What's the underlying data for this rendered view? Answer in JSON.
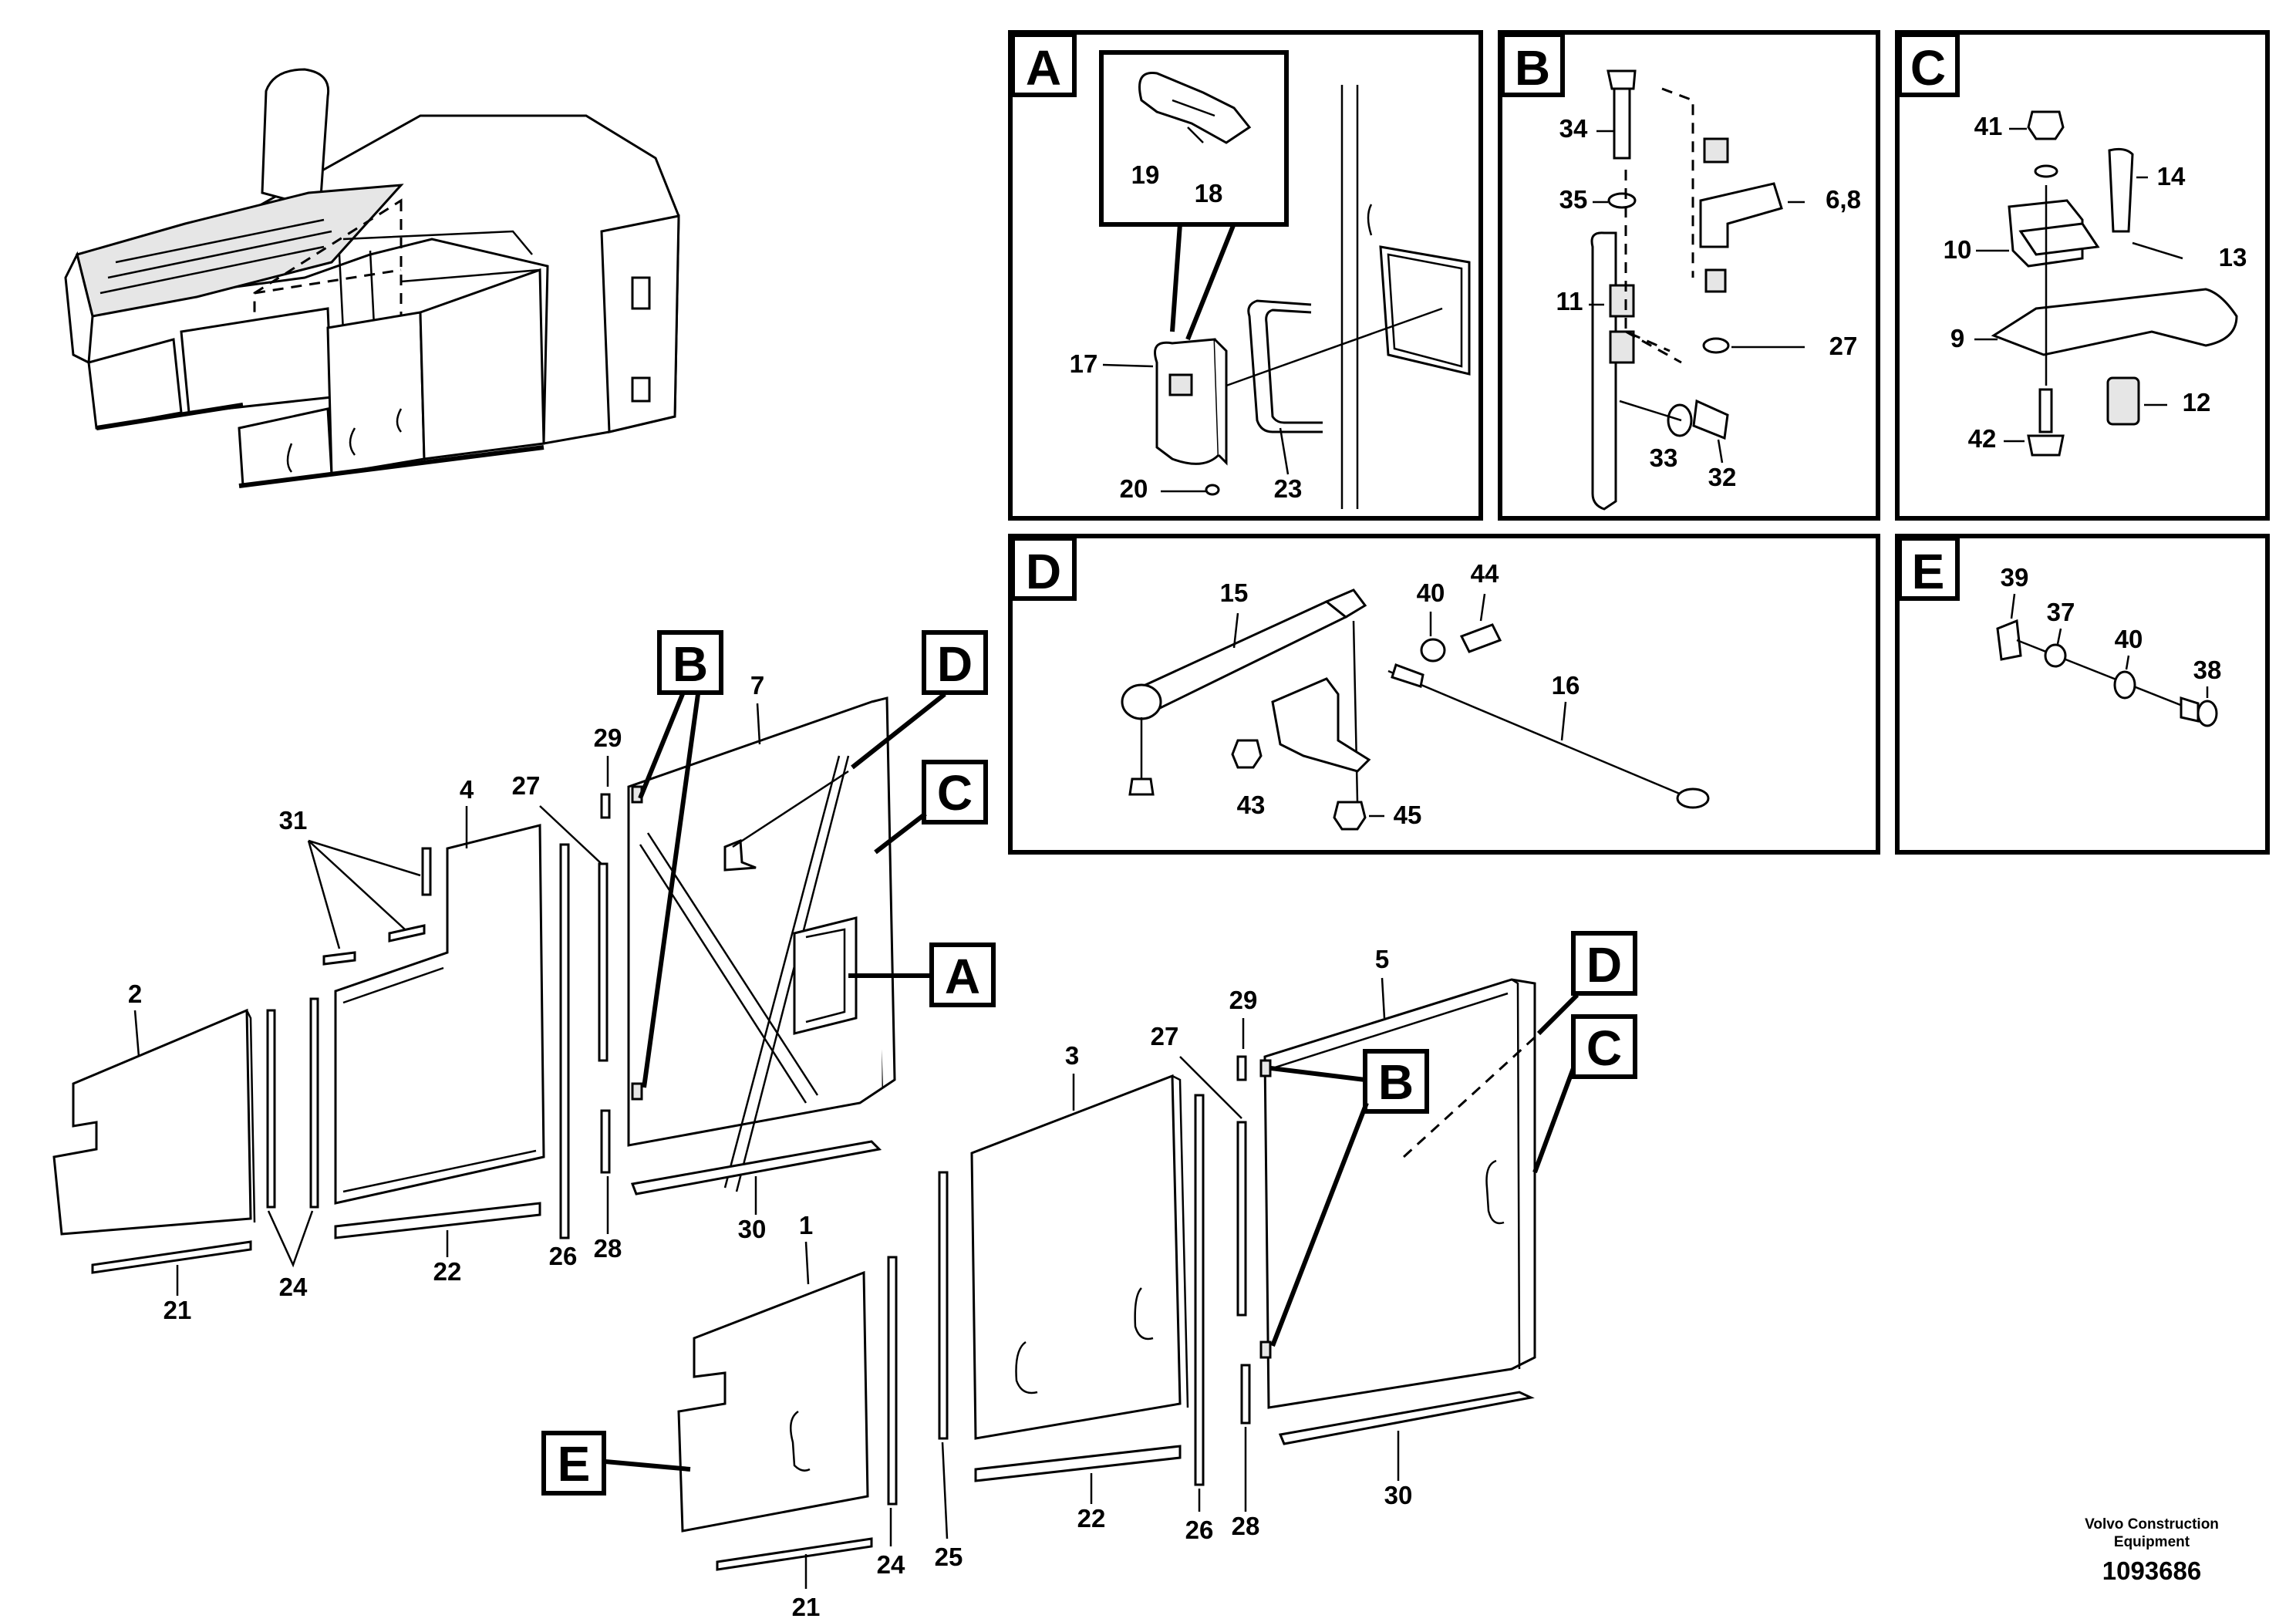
{
  "document_number": "1093686",
  "brand_line_1": "Volvo Construction",
  "brand_line_2": "Equipment",
  "detail_boxes": {
    "A": {
      "title": "A",
      "labels": [
        "19",
        "18",
        "17",
        "20",
        "23"
      ]
    },
    "B": {
      "title": "B",
      "labels": [
        "34",
        "6,8",
        "35",
        "11",
        "27",
        "33",
        "32"
      ]
    },
    "C": {
      "title": "C",
      "labels": [
        "41",
        "14",
        "10",
        "13",
        "9",
        "12",
        "42"
      ]
    },
    "D": {
      "title": "D",
      "labels": [
        "15",
        "40",
        "44",
        "16",
        "43",
        "45"
      ]
    },
    "E": {
      "title": "E",
      "labels": [
        "39",
        "37",
        "40",
        "38"
      ]
    }
  },
  "callouts": {
    "B1": "B",
    "D1": "D",
    "C1": "C",
    "A1": "A",
    "D2": "D",
    "B2": "B",
    "C2": "C",
    "E1": "E"
  },
  "part_labels": {
    "p31": "31",
    "p4": "4",
    "p27a": "27",
    "p29a": "29",
    "p7": "7",
    "p2": "2",
    "p21a": "21",
    "p24a": "24",
    "p22a": "22",
    "p26a": "26",
    "p28a": "28",
    "p30a": "30",
    "p1": "1",
    "p3": "3",
    "p27b": "27",
    "p29b": "29",
    "p5": "5",
    "p21b": "21",
    "p24b": "24",
    "p25": "25",
    "p22b": "22",
    "p26b": "26",
    "p28b": "28",
    "p30b": "30"
  }
}
